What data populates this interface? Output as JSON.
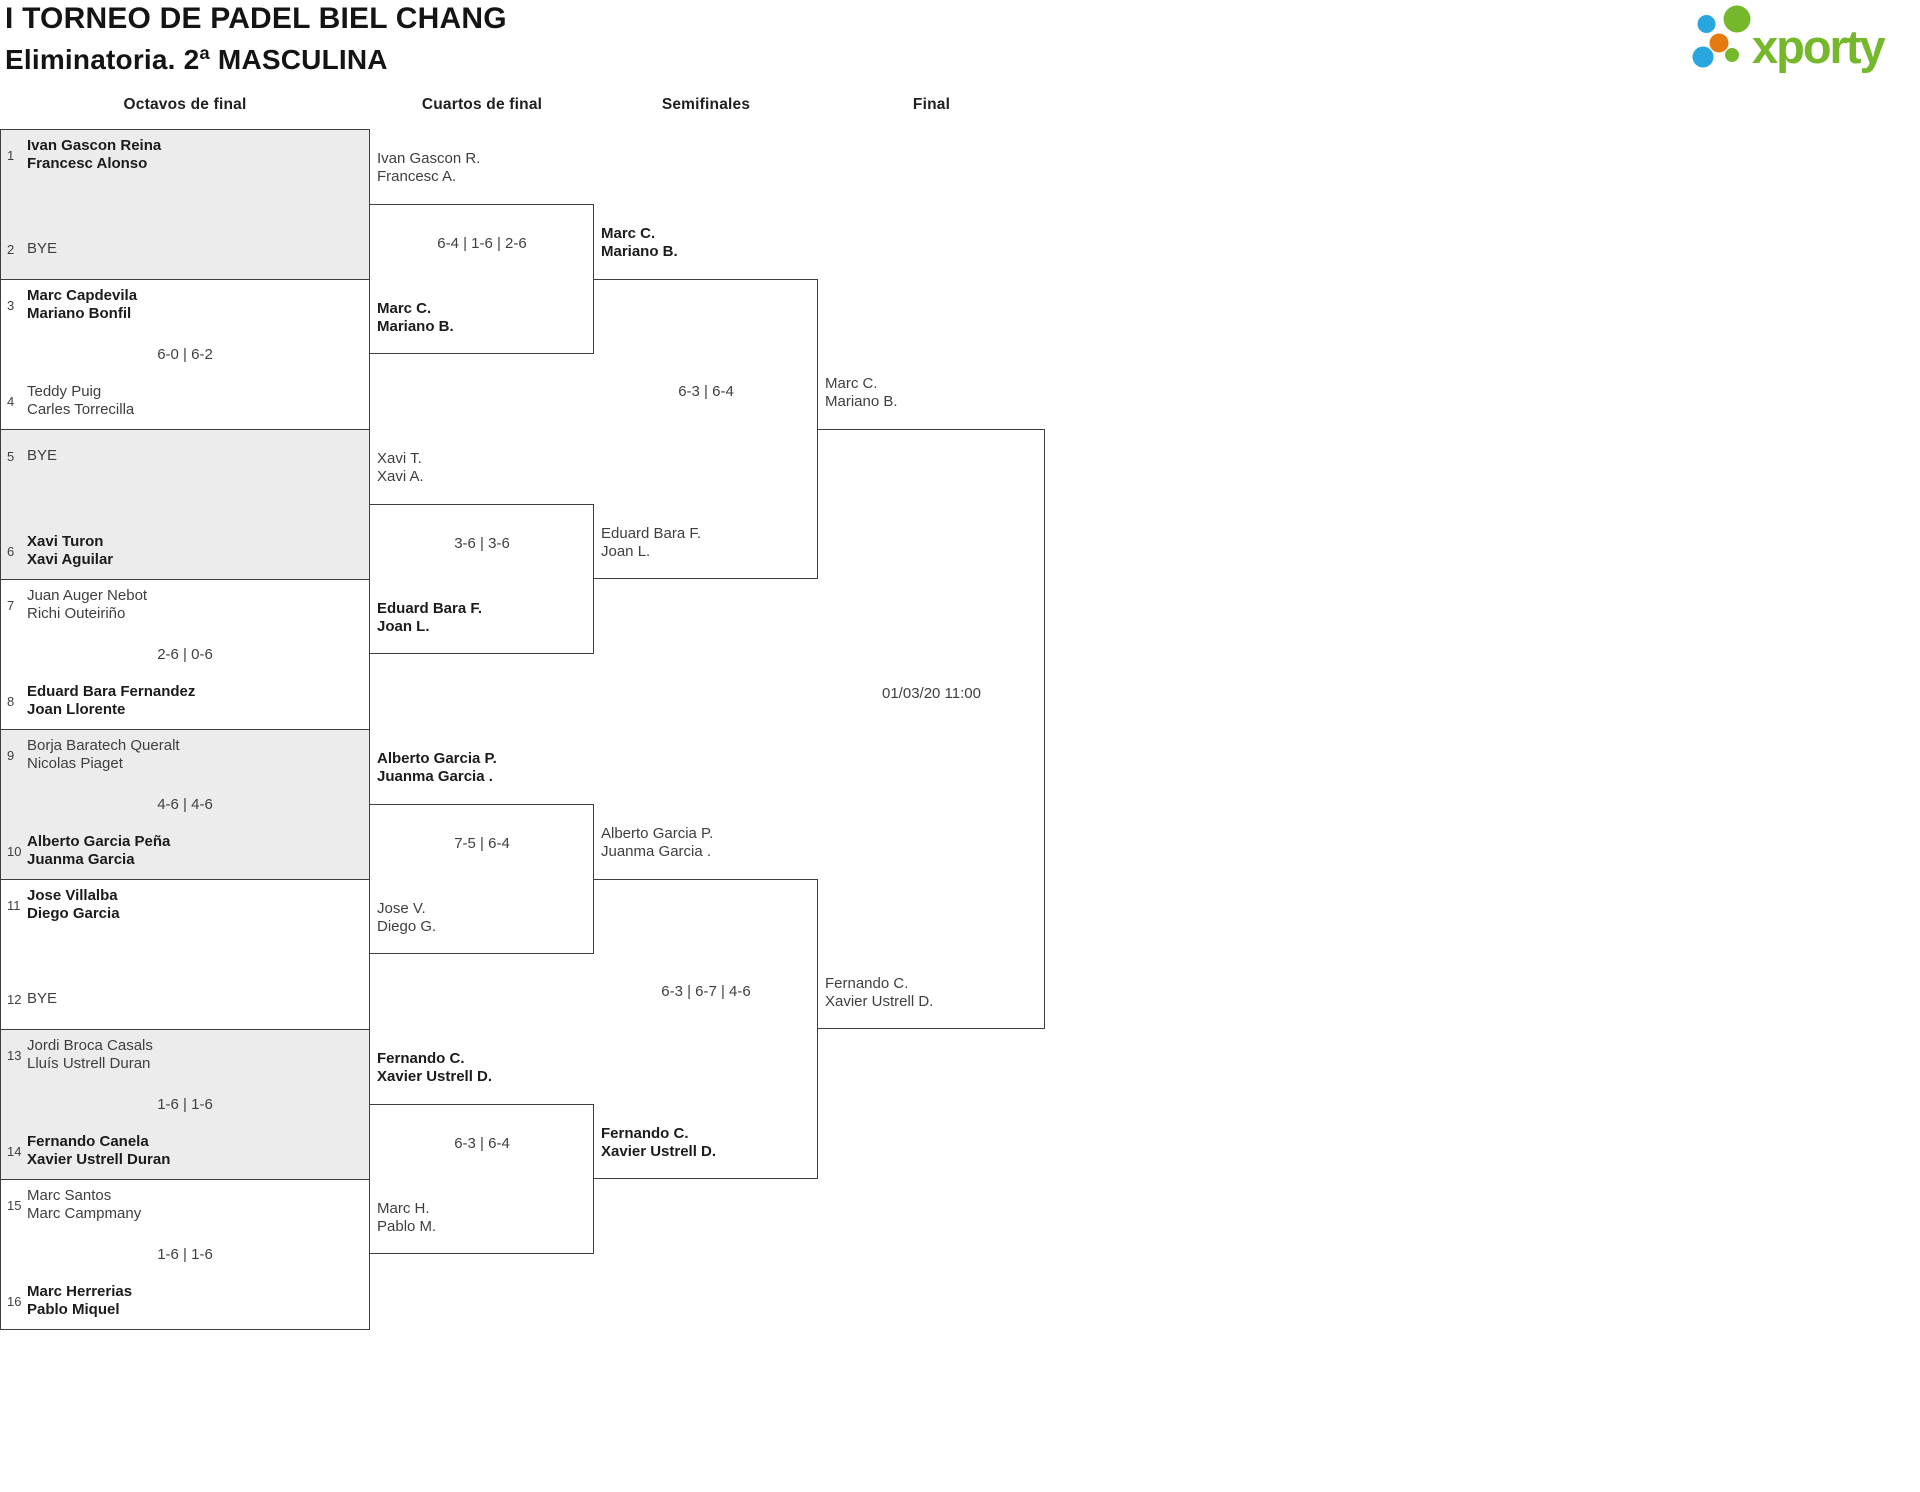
{
  "header": {
    "title_line1": "I TORNEO DE PADEL BIEL CHANG",
    "title_line2": "Eliminatoria. 2ª MASCULINA"
  },
  "logo": {
    "text": "xporty",
    "green": "#76b82c",
    "blue": "#2aa6df",
    "orange": "#e57a10"
  },
  "columns": {
    "octavos": "Octavos de final",
    "cuartos": "Cuartos de final",
    "semifinales": "Semifinales",
    "final": "Final"
  },
  "octavos": [
    {
      "seed1": "1",
      "t1a": "Ivan Gascon Reina",
      "t1b": "Francesc Alonso",
      "seed2": "2",
      "t2a": "BYE"
    },
    {
      "seed1": "3",
      "t1a": "Marc Capdevila",
      "t1b": "Mariano Bonfil",
      "score": "6-0 | 6-2",
      "seed2": "4",
      "t2a": "Teddy Puig",
      "t2b": "Carles Torrecilla"
    },
    {
      "seed1": "5",
      "t1a": "BYE",
      "seed2": "6",
      "t2a": "Xavi Turon",
      "t2b": "Xavi Aguilar"
    },
    {
      "seed1": "7",
      "t1a": "Juan Auger Nebot",
      "t1b": "Richi Outeiriño",
      "score": "2-6 | 0-6",
      "seed2": "8",
      "t2a": "Eduard Bara Fernandez",
      "t2b": "Joan Llorente"
    },
    {
      "seed1": "9",
      "t1a": "Borja Baratech Queralt",
      "t1b": "Nicolas Piaget",
      "score": "4-6 | 4-6",
      "seed2": "10",
      "t2a": "Alberto Garcia Peña",
      "t2b": "Juanma Garcia"
    },
    {
      "seed1": "11",
      "t1a": "Jose Villalba",
      "t1b": "Diego Garcia",
      "seed2": "12",
      "t2a": "BYE"
    },
    {
      "seed1": "13",
      "t1a": "Jordi Broca Casals",
      "t1b": "Lluís Ustrell Duran",
      "score": "1-6 | 1-6",
      "seed2": "14",
      "t2a": "Fernando Canela",
      "t2b": "Xavier Ustrell Duran"
    },
    {
      "seed1": "15",
      "t1a": "Marc Santos",
      "t1b": "Marc Campmany",
      "score": "1-6 | 1-6",
      "seed2": "16",
      "t2a": "Marc Herrerias",
      "t2b": "Pablo Miquel"
    }
  ],
  "cuartos": [
    {
      "t1a": "Ivan Gascon R.",
      "t1b": "Francesc A.",
      "score": "6-4 | 1-6 | 2-6",
      "t2a": "Marc C.",
      "t2b": "Mariano B."
    },
    {
      "t1a": "Xavi T.",
      "t1b": "Xavi A.",
      "score": "3-6 | 3-6",
      "t2a": "Eduard Bara F.",
      "t2b": "Joan L."
    },
    {
      "t1a": "Alberto Garcia P.",
      "t1b": "Juanma Garcia .",
      "score": "7-5 | 6-4",
      "t2a": "Jose V.",
      "t2b": "Diego G."
    },
    {
      "t1a": "Fernando C.",
      "t1b": "Xavier Ustrell D.",
      "score": "6-3 | 6-4",
      "t2a": "Marc H.",
      "t2b": "Pablo M."
    }
  ],
  "semifinales": [
    {
      "t1a": "Marc C.",
      "t1b": "Mariano B.",
      "score": "6-3 | 6-4",
      "t2a": "Eduard Bara F.",
      "t2b": "Joan L."
    },
    {
      "t1a": "Alberto Garcia P.",
      "t1b": "Juanma Garcia .",
      "score": "6-3 | 6-7 | 4-6",
      "t2a": "Fernando C.",
      "t2b": "Xavier Ustrell D."
    }
  ],
  "final": {
    "t1a": "Marc C.",
    "t1b": "Mariano B.",
    "date": "01/03/20 11:00",
    "t2a": "Fernando C.",
    "t2b": "Xavier Ustrell D."
  }
}
